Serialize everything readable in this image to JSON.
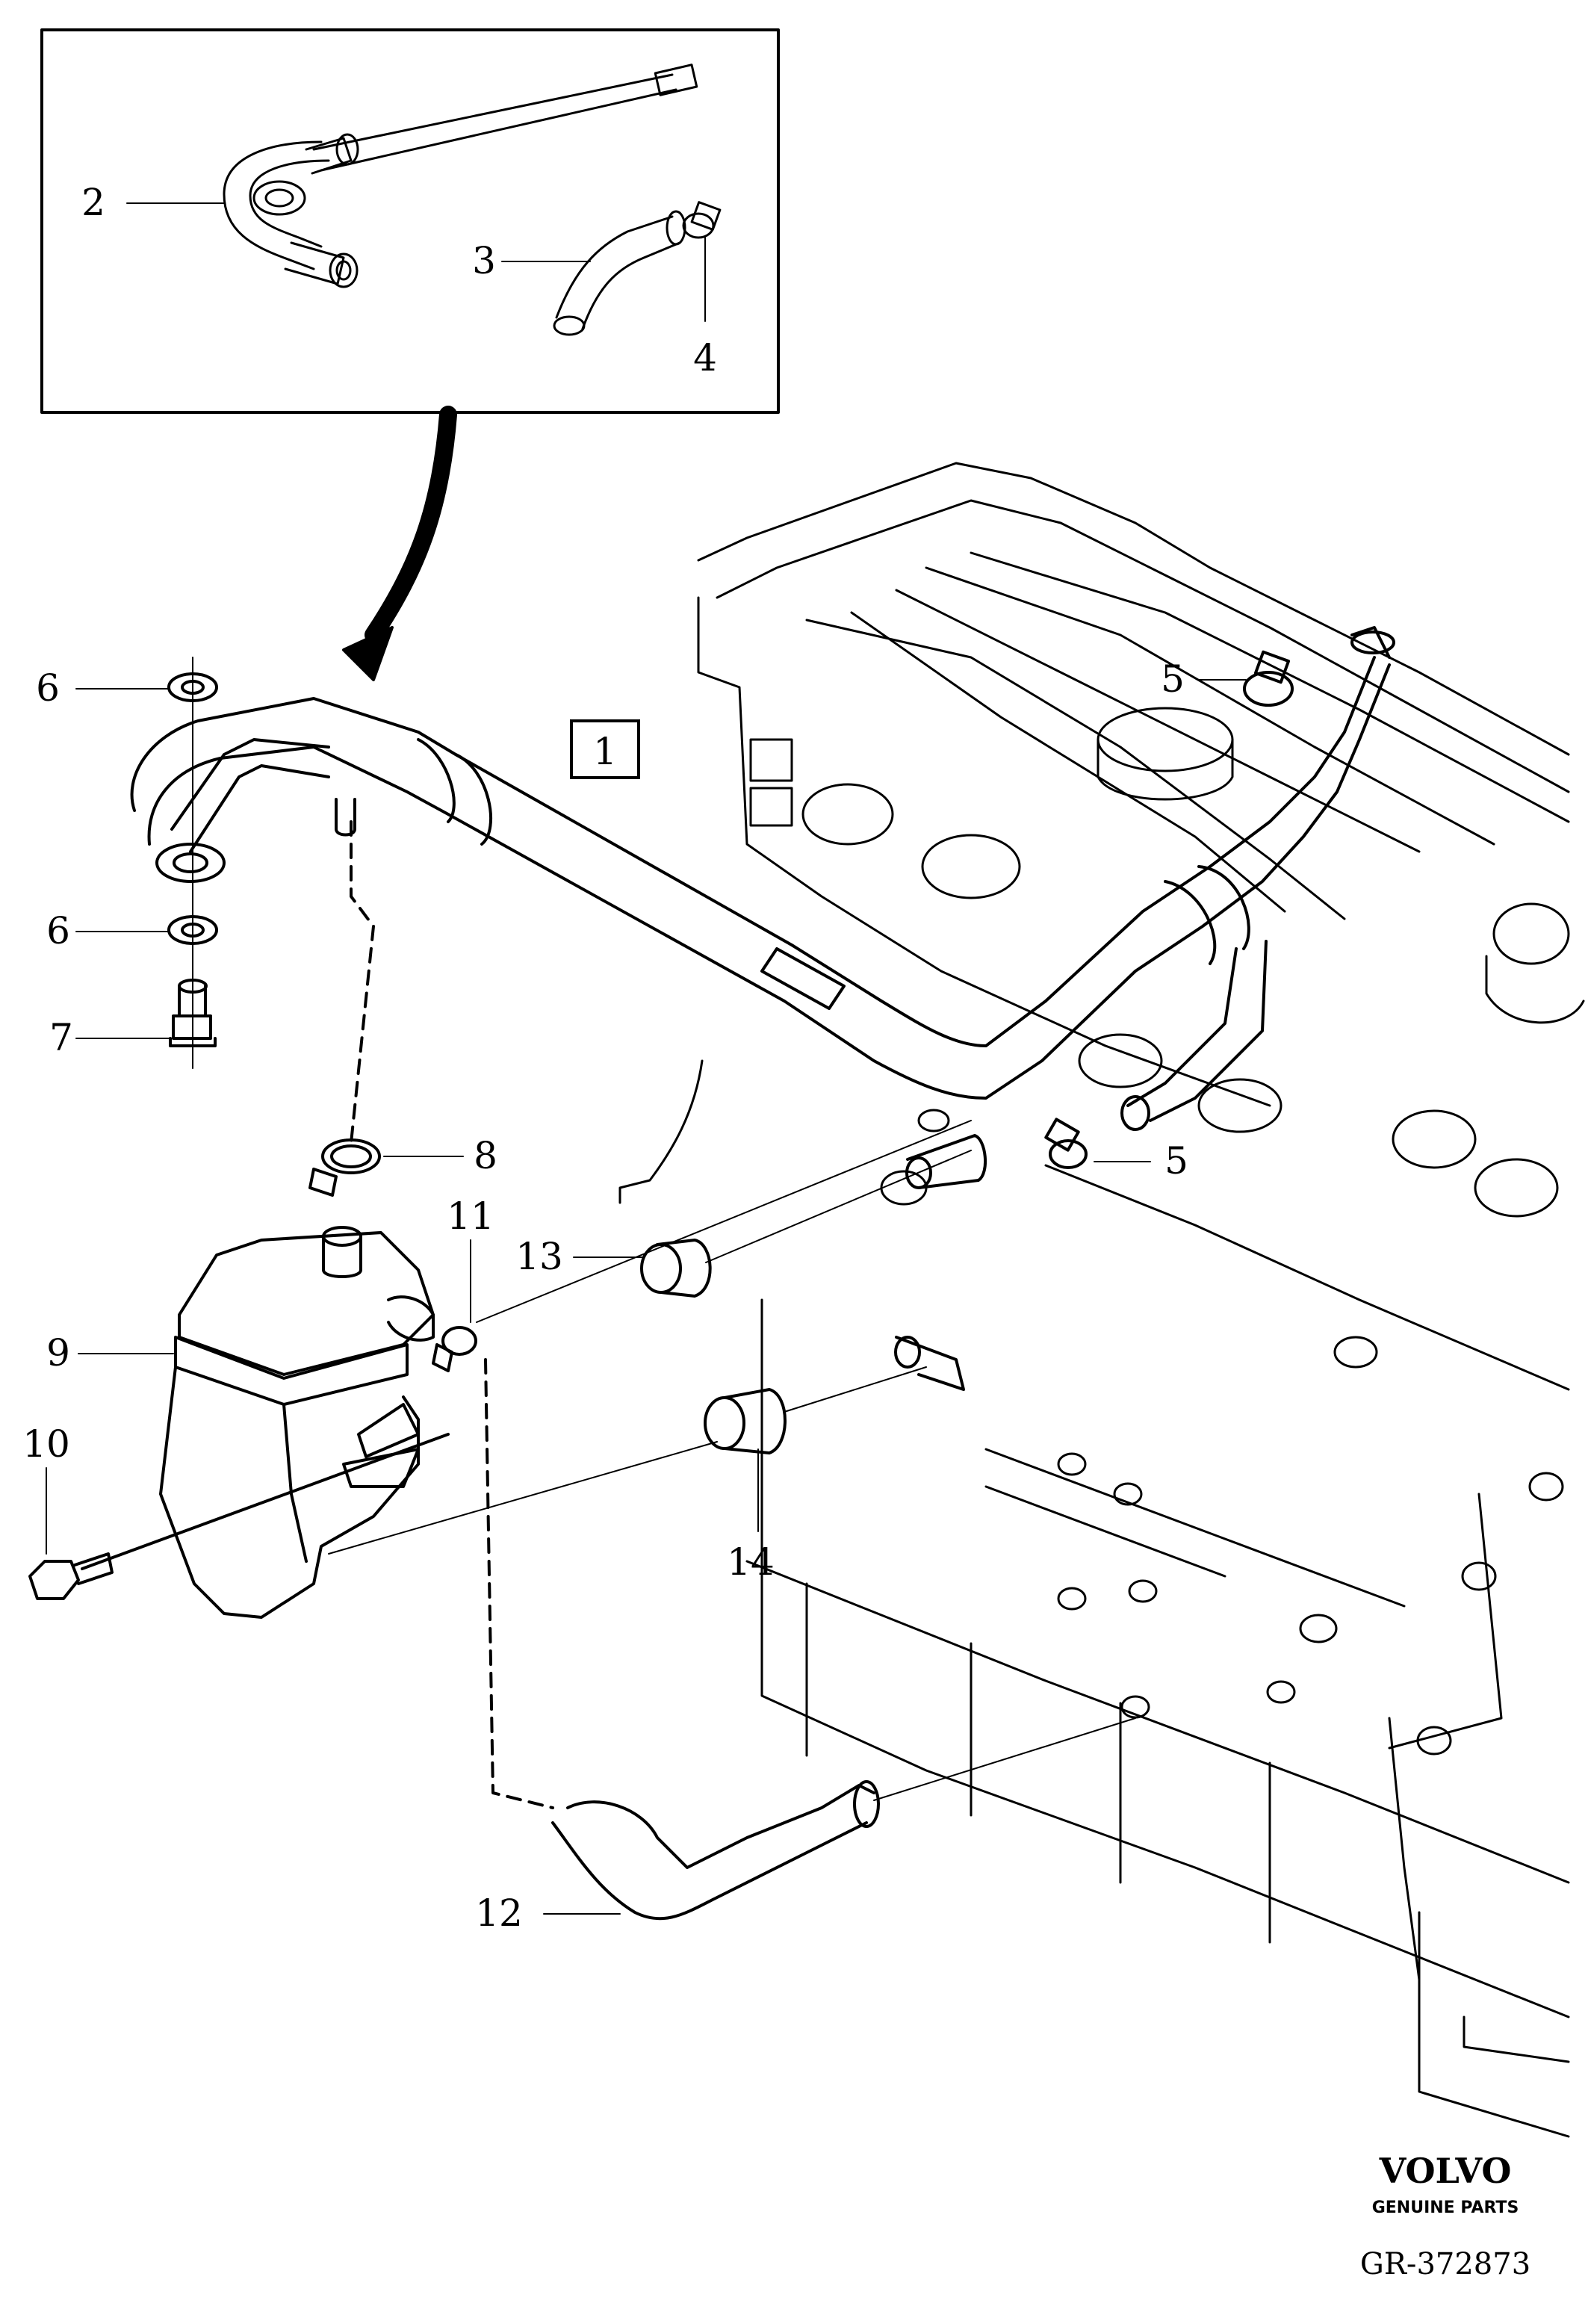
{
  "diagram": {
    "callouts": [
      {
        "id": "1",
        "label": "1"
      },
      {
        "id": "2",
        "label": "2"
      },
      {
        "id": "3",
        "label": "3"
      },
      {
        "id": "4",
        "label": "4"
      },
      {
        "id": "5a",
        "label": "5"
      },
      {
        "id": "5b",
        "label": "5"
      },
      {
        "id": "6a",
        "label": "6"
      },
      {
        "id": "6b",
        "label": "6"
      },
      {
        "id": "7",
        "label": "7"
      },
      {
        "id": "8",
        "label": "8"
      },
      {
        "id": "9",
        "label": "9"
      },
      {
        "id": "10",
        "label": "10"
      },
      {
        "id": "11",
        "label": "11"
      },
      {
        "id": "12",
        "label": "12"
      },
      {
        "id": "13",
        "label": "13"
      },
      {
        "id": "14",
        "label": "14"
      }
    ]
  },
  "footer": {
    "brand": "VOLVO",
    "tagline": "GENUINE PARTS",
    "reference": "GR-372873"
  },
  "style": {
    "line_color": "#000000",
    "background": "#ffffff"
  }
}
